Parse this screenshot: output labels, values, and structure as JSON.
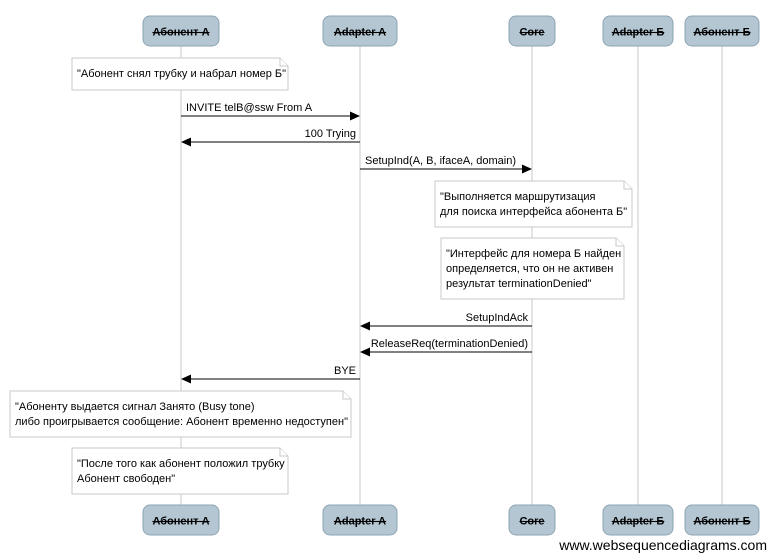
{
  "participants": [
    {
      "id": "abA",
      "label": "Абонент А"
    },
    {
      "id": "adA",
      "label": "Adapter A"
    },
    {
      "id": "core",
      "label": "Core"
    },
    {
      "id": "adB",
      "label": "Adapter Б"
    },
    {
      "id": "abB",
      "label": "Абонент Б"
    }
  ],
  "events": [
    {
      "type": "note",
      "over": "abA",
      "lines": [
        "\"Абонент снял трубку и набрал номер Б\""
      ]
    },
    {
      "type": "message",
      "from": "abA",
      "to": "adA",
      "label": "INVITE telB@ssw From A"
    },
    {
      "type": "message",
      "from": "adA",
      "to": "abA",
      "label": "100 Trying"
    },
    {
      "type": "message",
      "from": "adA",
      "to": "core",
      "label": "SetupInd(A, B, ifaceA, domain)"
    },
    {
      "type": "note",
      "over": "core",
      "lines": [
        "\"Выполняется маршрутизация",
        "для поиска интерфейса абонента Б\""
      ]
    },
    {
      "type": "note",
      "over": "core",
      "lines": [
        "\"Интерфейс для номера Б найден",
        "определяется, что он не активен",
        "результат terminationDenied\""
      ]
    },
    {
      "type": "message",
      "from": "core",
      "to": "adA",
      "label": "SetupIndAck"
    },
    {
      "type": "message",
      "from": "core",
      "to": "adA",
      "label": "ReleaseReq(terminationDenied)"
    },
    {
      "type": "message",
      "from": "adA",
      "to": "abA",
      "label": "BYE"
    },
    {
      "type": "note",
      "over": "abA",
      "lines": [
        "\"Абоненту выдается сигнал Занято (Busy tone)",
        "либо проигрывается сообщение: Абонент временно недоступен\""
      ]
    },
    {
      "type": "note",
      "over": "abA",
      "lines": [
        "\"После того как абонент положил трубку",
        "Абонент свободен\""
      ]
    }
  ],
  "watermark": "www.websequencediagrams.com"
}
